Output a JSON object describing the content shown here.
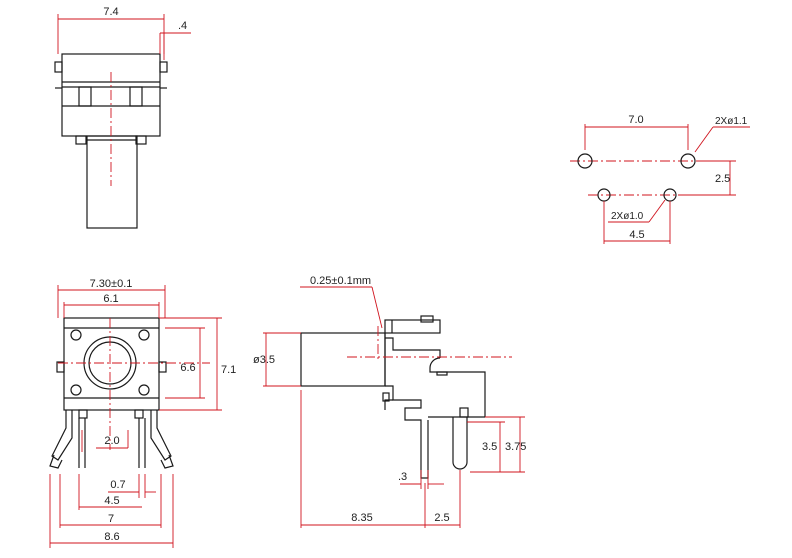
{
  "colors": {
    "part": "#1a1a1a",
    "dimension": "#d0141e",
    "text": "#222222",
    "background": "#ffffff"
  },
  "top_view": {
    "width_label": "7.4",
    "offset_label": ".4"
  },
  "pcb_layout": {
    "pitch_top_label": "7.0",
    "large_hole_label": "2Xø1.1",
    "row_spacing_label": "2.5",
    "small_hole_label": "2Xø1.0",
    "pitch_bottom_label": "4.5"
  },
  "front_view": {
    "body_width_label": "7.30±0.1",
    "inner_width_label": "6.1",
    "inner_height_label": "6.6",
    "body_height_label": "7.1",
    "lead_spacing_label": "2.0",
    "lead_width_label": "0.7",
    "lead_pitch_label": "4.5",
    "lead_outer_label": "7",
    "overall_width_label": "8.6"
  },
  "side_view": {
    "gap_label": "0.25±0.1mm",
    "diameter_label": "ø3.5",
    "lead_height_label": "3.5",
    "lead_height_total_label": "3.75",
    "lead_thickness_label": ".3",
    "body_length_label": "8.35",
    "lead_offset_label": "2.5"
  }
}
